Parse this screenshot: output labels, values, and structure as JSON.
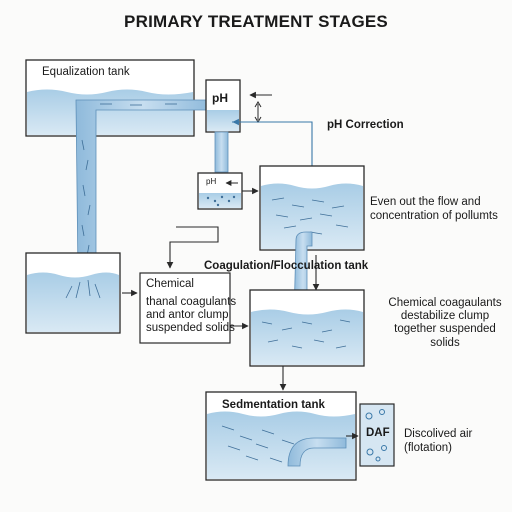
{
  "diagram": {
    "title": "PRIMARY TREATMENT STAGES",
    "equalization_label": "Equalization tank",
    "ph_meter_label": "pH",
    "ph_sensor_label": "pH",
    "ph_correction_label": "pH Correction",
    "flow_note": "Even out the flow and\nconcentration of pollumts",
    "coag_tank_label": "Coagulation/Flocculation tank",
    "chemical_box_title": "Chemical",
    "chemical_box_text": "thanal coagulants\nand antor clump\nsuspended solids",
    "chemical_note": "Chemical coagaulants\ndestabilize clump\ntogether suspended solids",
    "sedimentation_label": "Sedmentation tank",
    "daf_label": "DAF",
    "daf_note": "Discolived air\n(flotation)"
  },
  "colors": {
    "water": "#b4d2e8",
    "water_dark": "#6fa0c8",
    "line": "#2a2a2a",
    "arrow_blue": "#3a78a8"
  }
}
